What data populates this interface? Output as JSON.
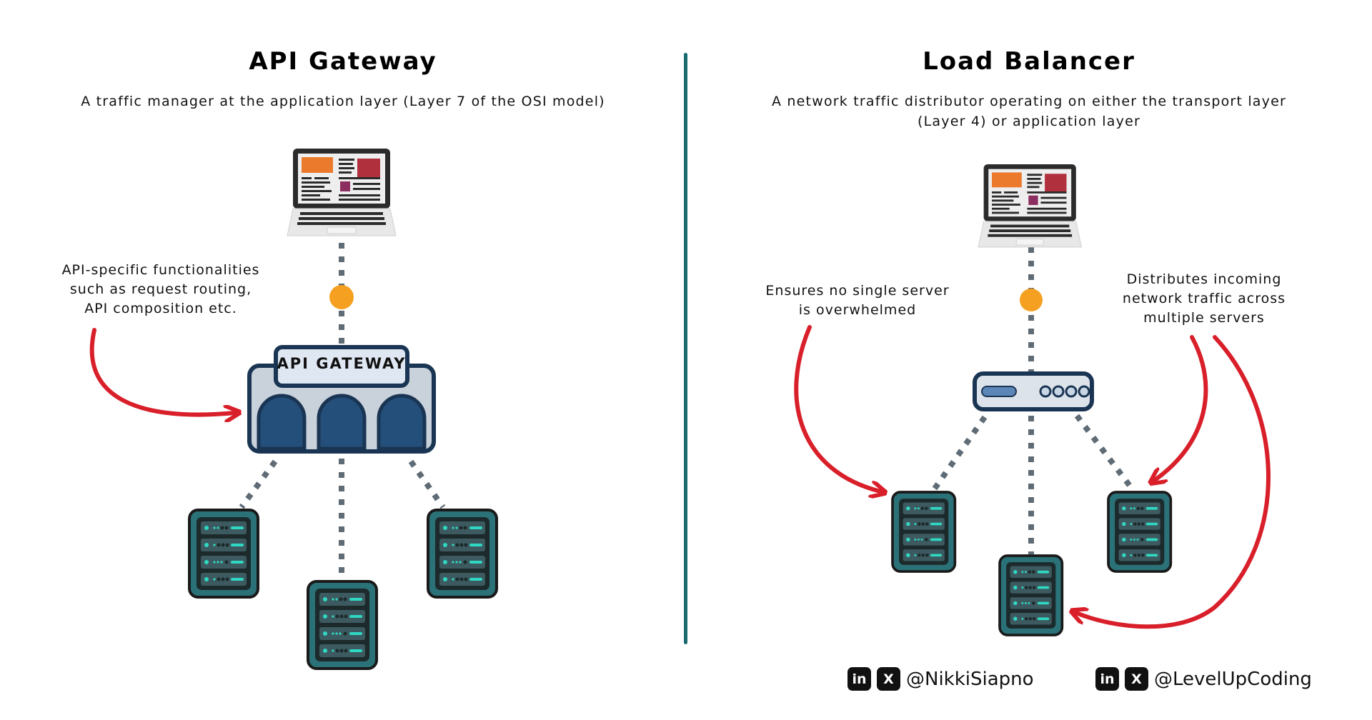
{
  "left_panel": {
    "title": "API Gateway",
    "subtitle": "A traffic manager at the application layer (Layer 7 of the OSI model)",
    "annotation": [
      "API-specific functionalities",
      "such as request routing,",
      "API composition etc."
    ],
    "gateway_label": "API GATEWAY",
    "client_icon": "laptop-icon",
    "servers": 3
  },
  "right_panel": {
    "title": "Load Balancer",
    "subtitle_lines": [
      "A network traffic distributor operating on either the transport layer",
      "(Layer 4) or application layer"
    ],
    "annotation_left": [
      "Ensures no single server",
      "is overwhelmed"
    ],
    "annotation_right": [
      "Distributes incoming",
      "network traffic across",
      "multiple servers"
    ],
    "client_icon": "laptop-icon",
    "balancer_icon": "load-balancer-icon",
    "servers": 3
  },
  "footer": [
    {
      "icons": [
        "in",
        "X"
      ],
      "handle": "@NikkiSiapno"
    },
    {
      "icons": [
        "in",
        "X"
      ],
      "handle": "@LevelUpCoding"
    }
  ],
  "colors": {
    "divider": "#176a6e",
    "arrow": "#d81f2a",
    "node_dot": "#f5a020",
    "connector": "#5f6b75",
    "gateway_navy": "#1a3553",
    "server_teal": "#2b7178"
  }
}
